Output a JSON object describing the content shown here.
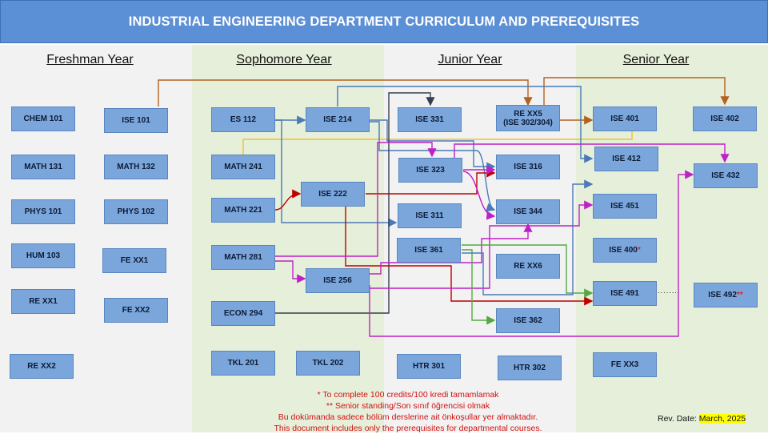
{
  "title": "INDUSTRIAL ENGINEERING DEPARTMENT CURRICULUM AND PREREQUISITES",
  "years": {
    "freshman": "Freshman Year",
    "sophomore": "Sophomore Year",
    "junior": "Junior Year",
    "senior": "Senior Year"
  },
  "courses": {
    "chem101": "CHEM 101",
    "ise101": "ISE 101",
    "math131": "MATH 131",
    "math132": "MATH 132",
    "phys101": "PHYS 101",
    "phys102": "PHYS 102",
    "hum103": "HUM 103",
    "fexx1": "FE XX1",
    "rexx1": "RE XX1",
    "fexx2": "FE XX2",
    "rexx2": "RE XX2",
    "es112": "ES 112",
    "ise214": "ISE 214",
    "math241": "MATH 241",
    "ise222": "ISE 222",
    "math221": "MATH 221",
    "math281": "MATH 281",
    "ise256": "ISE 256",
    "econ294": "ECON 294",
    "tkl201": "TKL 201",
    "tkl202": "TKL 202",
    "ise331": "ISE 331",
    "rexx5": "RE XX5",
    "rexx5_sub": "(ISE 302/304)",
    "ise323": "ISE 323",
    "ise316": "ISE 316",
    "ise311": "ISE 311",
    "ise344": "ISE 344",
    "ise361": "ISE 361",
    "rexx6": "RE XX6",
    "ise362": "ISE 362",
    "htr301": "HTR 301",
    "htr302": "HTR 302",
    "ise401": "ISE 401",
    "ise402": "ISE 402",
    "ise412": "ISE 412",
    "ise432": "ISE 432",
    "ise451": "ISE 451",
    "ise400": "ISE 400",
    "ise400_mark": "*",
    "ise491": "ISE 491",
    "ise492": "ISE 492",
    "ise492_mark": "**",
    "fexx3": "FE XX3"
  },
  "dots": "· · · · · · · ·",
  "notes": {
    "line1": "* To complete 100 credits/100 kredi tamamlamak",
    "line2": "** Senior standing/Son sınıf öğrencisi olmak",
    "line3": "Bu dokümanda sadece bölüm derslerine ait önkoşullar yer almaktadır.",
    "line4": "This document includes only the prerequisites for departmental courses."
  },
  "revision": {
    "label": "Rev. Date: ",
    "date": "March, 2025"
  },
  "colors": {
    "banner": "#5b8fd6",
    "course_box": "#7aa6dc",
    "column_gray": "#f2f2f2",
    "column_green": "#e6efd9",
    "arrow_orange": "#b5601e",
    "arrow_blue": "#4a7ab8",
    "arrow_dark": "#333f50",
    "arrow_magenta": "#c020c8",
    "arrow_red": "#c00000",
    "arrow_green": "#55a845",
    "arrow_yellow": "#f2c12e",
    "note_red": "#d01010",
    "highlight": "#ffff00"
  }
}
